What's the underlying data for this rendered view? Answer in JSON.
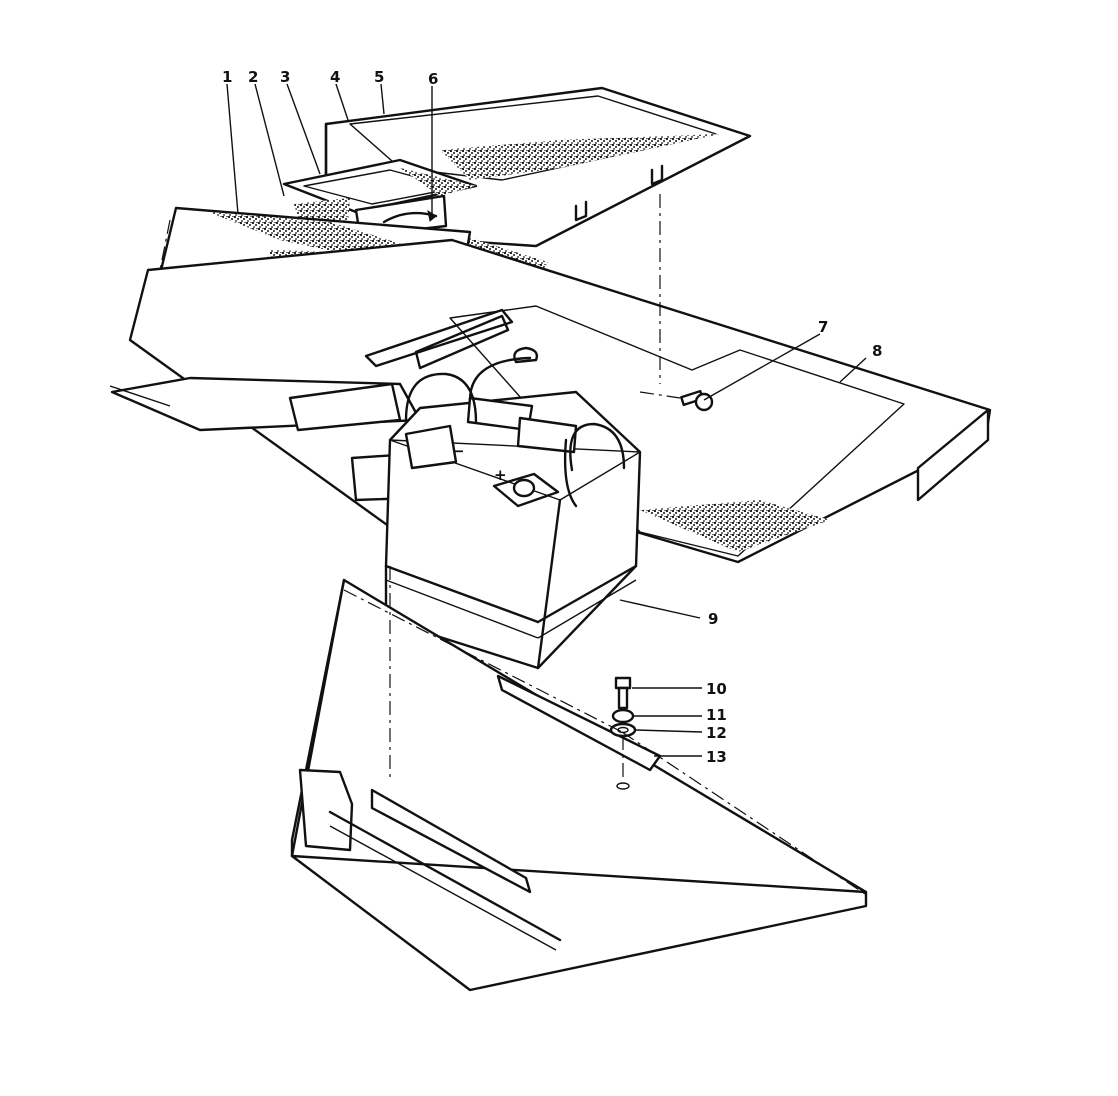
{
  "callouts": [
    {
      "number": "1"
    },
    {
      "number": "2"
    },
    {
      "number": "3"
    },
    {
      "number": "4"
    },
    {
      "number": "5"
    },
    {
      "number": "6"
    },
    {
      "number": "7"
    },
    {
      "number": "8"
    },
    {
      "number": "9"
    },
    {
      "number": "10"
    },
    {
      "number": "11"
    },
    {
      "number": "12"
    },
    {
      "number": "13"
    }
  ],
  "terminal_marks": {
    "negative": "−",
    "positive": "+"
  },
  "colors": {
    "ink": "#111111",
    "paper": "#ffffff"
  }
}
